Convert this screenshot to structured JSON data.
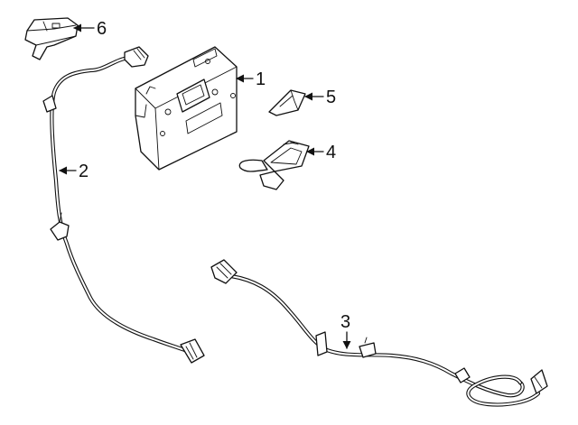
{
  "callouts": {
    "c1": "1",
    "c2": "2",
    "c3": "3",
    "c4": "4",
    "c5": "5",
    "c6": "6"
  },
  "parts": [
    {
      "callout": "1",
      "icon": "control-module"
    },
    {
      "callout": "2",
      "icon": "wiring-harness"
    },
    {
      "callout": "3",
      "icon": "wiring-harness"
    },
    {
      "callout": "4",
      "icon": "bracket"
    },
    {
      "callout": "5",
      "icon": "clip"
    },
    {
      "callout": "6",
      "icon": "connector-cover"
    }
  ]
}
